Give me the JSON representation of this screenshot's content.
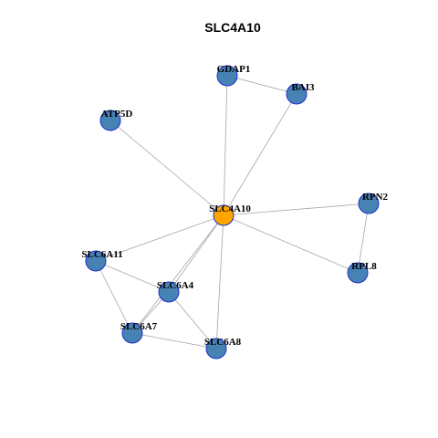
{
  "title": "SLC4A10",
  "colors": {
    "node_fill": "#4682b4",
    "node_stroke": "#1f2fcc",
    "center_fill": "#ffa500",
    "center_stroke": "#1f2fcc",
    "edge": "#a6a6a6"
  },
  "nodes": [
    {
      "id": "GDAP1",
      "label": "GDAP1",
      "center": false
    },
    {
      "id": "BAI3",
      "label": "BAI3",
      "center": false
    },
    {
      "id": "ATP5D",
      "label": "ATP5D",
      "center": false
    },
    {
      "id": "SLC4A10",
      "label": "SLC4A10",
      "center": true
    },
    {
      "id": "RPN2",
      "label": "RPN2",
      "center": false
    },
    {
      "id": "SLC6A11",
      "label": "SLC6A11",
      "center": false
    },
    {
      "id": "RPL8",
      "label": "RPL8",
      "center": false
    },
    {
      "id": "SLC6A4",
      "label": "SLC6A4",
      "center": false
    },
    {
      "id": "SLC6A7",
      "label": "SLC6A7",
      "center": false
    },
    {
      "id": "SLC6A8",
      "label": "SLC6A8",
      "center": false
    }
  ],
  "edges": [
    [
      "GDAP1",
      "BAI3"
    ],
    [
      "GDAP1",
      "SLC4A10"
    ],
    [
      "BAI3",
      "SLC4A10"
    ],
    [
      "ATP5D",
      "SLC4A10"
    ],
    [
      "SLC4A10",
      "RPN2"
    ],
    [
      "SLC4A10",
      "RPL8"
    ],
    [
      "RPN2",
      "RPL8"
    ],
    [
      "SLC4A10",
      "SLC6A11"
    ],
    [
      "SLC4A10",
      "SLC6A4"
    ],
    [
      "SLC4A10",
      "SLC6A7"
    ],
    [
      "SLC4A10",
      "SLC6A8"
    ],
    [
      "SLC6A11",
      "SLC6A4"
    ],
    [
      "SLC6A11",
      "SLC6A7"
    ],
    [
      "SLC6A4",
      "SLC6A7"
    ],
    [
      "SLC6A4",
      "SLC6A8"
    ],
    [
      "SLC6A7",
      "SLC6A8"
    ]
  ]
}
